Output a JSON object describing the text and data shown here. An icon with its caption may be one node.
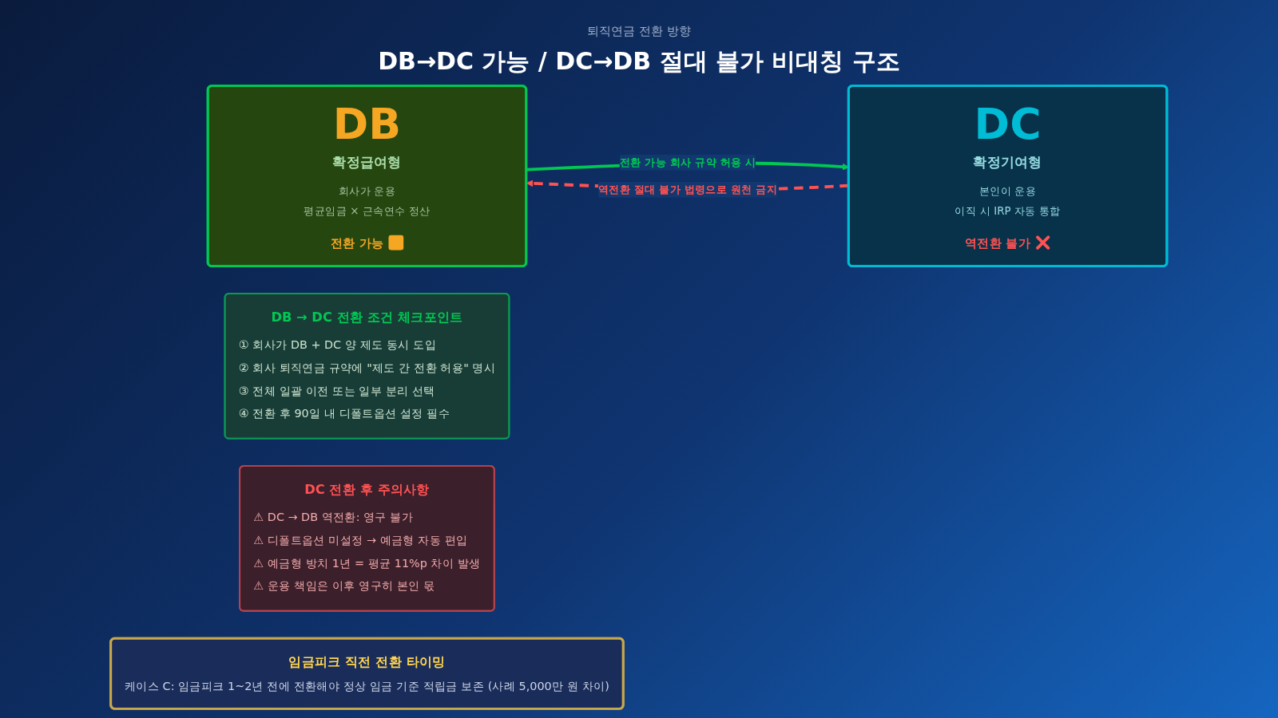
{
  "diagram": {
    "title": "DB→DC 가능 / DC→DB 절대 불가 비대칭 구조",
    "nodes": [
      {
        "text": [
          "DB",
          "확정급여형",
          "회사가 운용",
          "평균임금 × 근속연수 정산",
          "전환 가능"
        ]
      },
      {
        "text": [
          "DC",
          "확정기여형",
          "본인이 운용",
          "이직 시 IRP 자동 통합",
          "역전환 불가"
        ]
      },
      {
        "text": [
          "DB → DC 전환 조건 체크포인트",
          "① 회사가 DB + DC 양 제도 동시 도입",
          "② 회사 퇴직연금 규약에 \"제도 간 전환 허용\" 명시",
          "③ 전체 일괄 이전 또는 일부 분리 선택",
          "④ 전환 후 90일 내 디폴트옵션 설정 필수"
        ]
      },
      {
        "text": [
          "DC 전환 후 주의사항",
          "⚠ DC → DB 역전환: 영구 불가",
          "⚠ 디폴트옵션 미설정 → 예금형 자동 편입",
          "⚠ 예금형 방치 1년 = 평균 11%p 차이 발생",
          "⚠ 운용 책임은 이후 영구히 본인 몫"
        ]
      },
      {
        "text": [
          "임금피크 직전 전환 타이밍",
          "케이스 C: 임금피크 1~2년 전에 전환해야 정상 임금 기준 적립금 보존 (사례 5,000만 원 차이)"
        ]
      }
    ],
    "edges": [
      {
        "from": 0,
        "to": 1,
        "arrow": "to",
        "label": "전환 가능 회사 규약 허용 시",
        "color": "#00c853"
      },
      {
        "from": 1,
        "to": 0,
        "arrow": "to",
        "label": "역전환 절대 불가 법령으로 원천 금지",
        "style": "dashed",
        "color": "#ff5252"
      }
    ],
    "labels": [
      "퇴직연금 전환 방향"
    ]
  }
}
